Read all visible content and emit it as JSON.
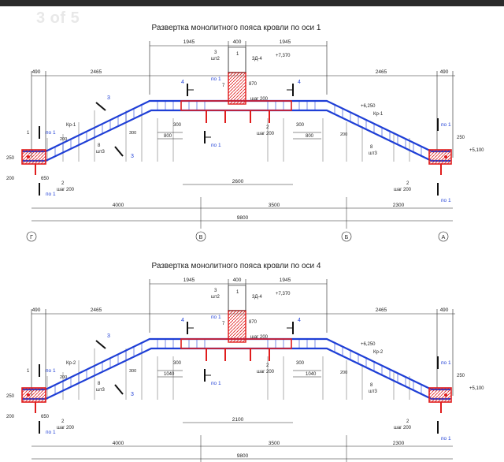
{
  "counter": "3 of 5",
  "colors": {
    "blue": "#1f3fd6",
    "red": "#e01d1d",
    "line": "#222222",
    "bg": "#ffffff"
  },
  "panels": [
    {
      "title": "Развертка монолитного пояса кровли по оси 1",
      "top_dims": {
        "span_left": "1945",
        "span_mid": "400",
        "span_right": "1945",
        "left_edge": "490",
        "left_run": "2465",
        "right_run": "2465",
        "right_edge": "490"
      },
      "levels": {
        "top": "+7,370",
        "mid": "+6,250",
        "base": "+5,100"
      },
      "center_labels": {
        "rebar_3": "3",
        "sht2": "шт2",
        "code": "3Д-4",
        "height": "870",
        "n1": "1",
        "n7": "7",
        "step": "шаг 200",
        "n2": "2",
        "step2": "шаг 200"
      },
      "left_labels": {
        "kr": "Кр-1",
        "n8": "8",
        "sht3": "шт3",
        "d200": "200",
        "d300": "300",
        "d650": "650",
        "d250": "250",
        "d200b": "200",
        "n1": "1",
        "n2": "2",
        "step": "шаг 200"
      },
      "right_labels": {
        "kr": "Кр-1",
        "n8": "8",
        "sht3": "шт3",
        "d200": "200",
        "d250": "250",
        "n2": "2",
        "step": "шаг 200"
      },
      "inner_dims": {
        "left_300": "300",
        "left_800": "800",
        "right_300": "300",
        "right_800": "800",
        "center": "2600"
      },
      "section_marks": {
        "po1": "по 1",
        "sec3": "3",
        "sec4": "4"
      },
      "bottom_dims": {
        "seg1": "4000",
        "seg2": "3500",
        "seg3": "2300",
        "total": "9800"
      },
      "axes": [
        "Г",
        "В",
        "Б",
        "А"
      ]
    },
    {
      "title": "Развертка монолитного пояса кровли по оси 4",
      "top_dims": {
        "span_left": "1945",
        "span_mid": "400",
        "span_right": "1945",
        "left_edge": "490",
        "left_run": "2465",
        "right_run": "2465",
        "right_edge": "490"
      },
      "levels": {
        "top": "+7,370",
        "mid": "+6,250",
        "base": "+5,100"
      },
      "center_labels": {
        "rebar_3": "3",
        "sht2": "шт2",
        "code": "3Д-4",
        "height": "870",
        "n1": "1",
        "n7": "7",
        "step": "шаг 200",
        "n2": "2",
        "step2": "шаг 200"
      },
      "left_labels": {
        "kr": "Кр-2",
        "n8": "8",
        "sht3": "шт3",
        "d200": "200",
        "d300": "300",
        "d650": "650",
        "d250": "250",
        "d200b": "200",
        "n1": "1",
        "n2": "2",
        "step": "шаг 200"
      },
      "right_labels": {
        "kr": "Кр-2",
        "n8": "8",
        "sht3": "шт3",
        "d200": "200",
        "d250": "250",
        "n2": "2",
        "step": "шаг 200"
      },
      "inner_dims": {
        "left_300": "300",
        "left_800": "1040",
        "right_300": "300",
        "right_800": "1040",
        "center": "2100"
      },
      "section_marks": {
        "po1": "по 1",
        "sec3": "3",
        "sec4": "4"
      },
      "bottom_dims": {
        "seg1": "4000",
        "seg2": "3500",
        "seg3": "2300",
        "total": "9800"
      },
      "axes": []
    }
  ]
}
